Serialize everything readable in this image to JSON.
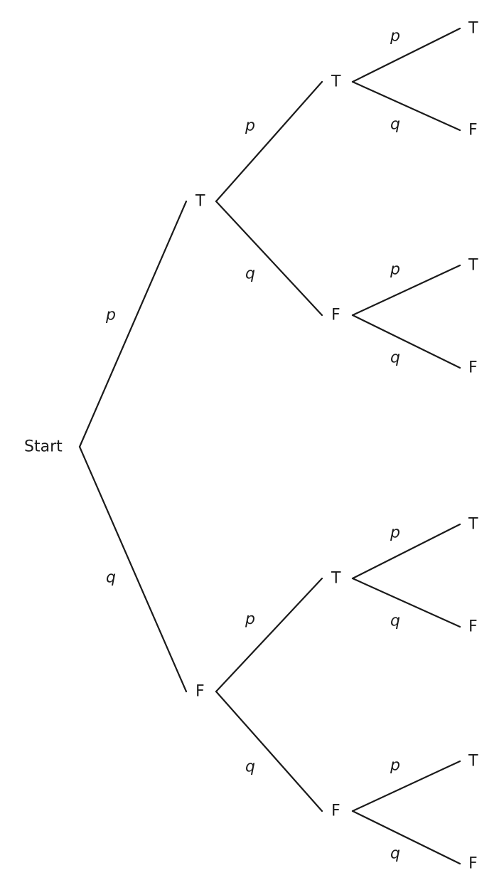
{
  "root": {
    "label": "Start",
    "children": [
      {
        "edge": "p",
        "label": "T",
        "children": [
          {
            "edge": "p",
            "label": "T",
            "children": [
              {
                "edge": "p",
                "label": "T"
              },
              {
                "edge": "q",
                "label": "F"
              }
            ]
          },
          {
            "edge": "q",
            "label": "F",
            "children": [
              {
                "edge": "p",
                "label": "T"
              },
              {
                "edge": "q",
                "label": "F"
              }
            ]
          }
        ]
      },
      {
        "edge": "q",
        "label": "F",
        "children": [
          {
            "edge": "p",
            "label": "T",
            "children": [
              {
                "edge": "p",
                "label": "T"
              },
              {
                "edge": "q",
                "label": "F"
              }
            ]
          },
          {
            "edge": "q",
            "label": "F",
            "children": [
              {
                "edge": "p",
                "label": "T"
              },
              {
                "edge": "q",
                "label": "F"
              }
            ]
          }
        ]
      }
    ]
  }
}
